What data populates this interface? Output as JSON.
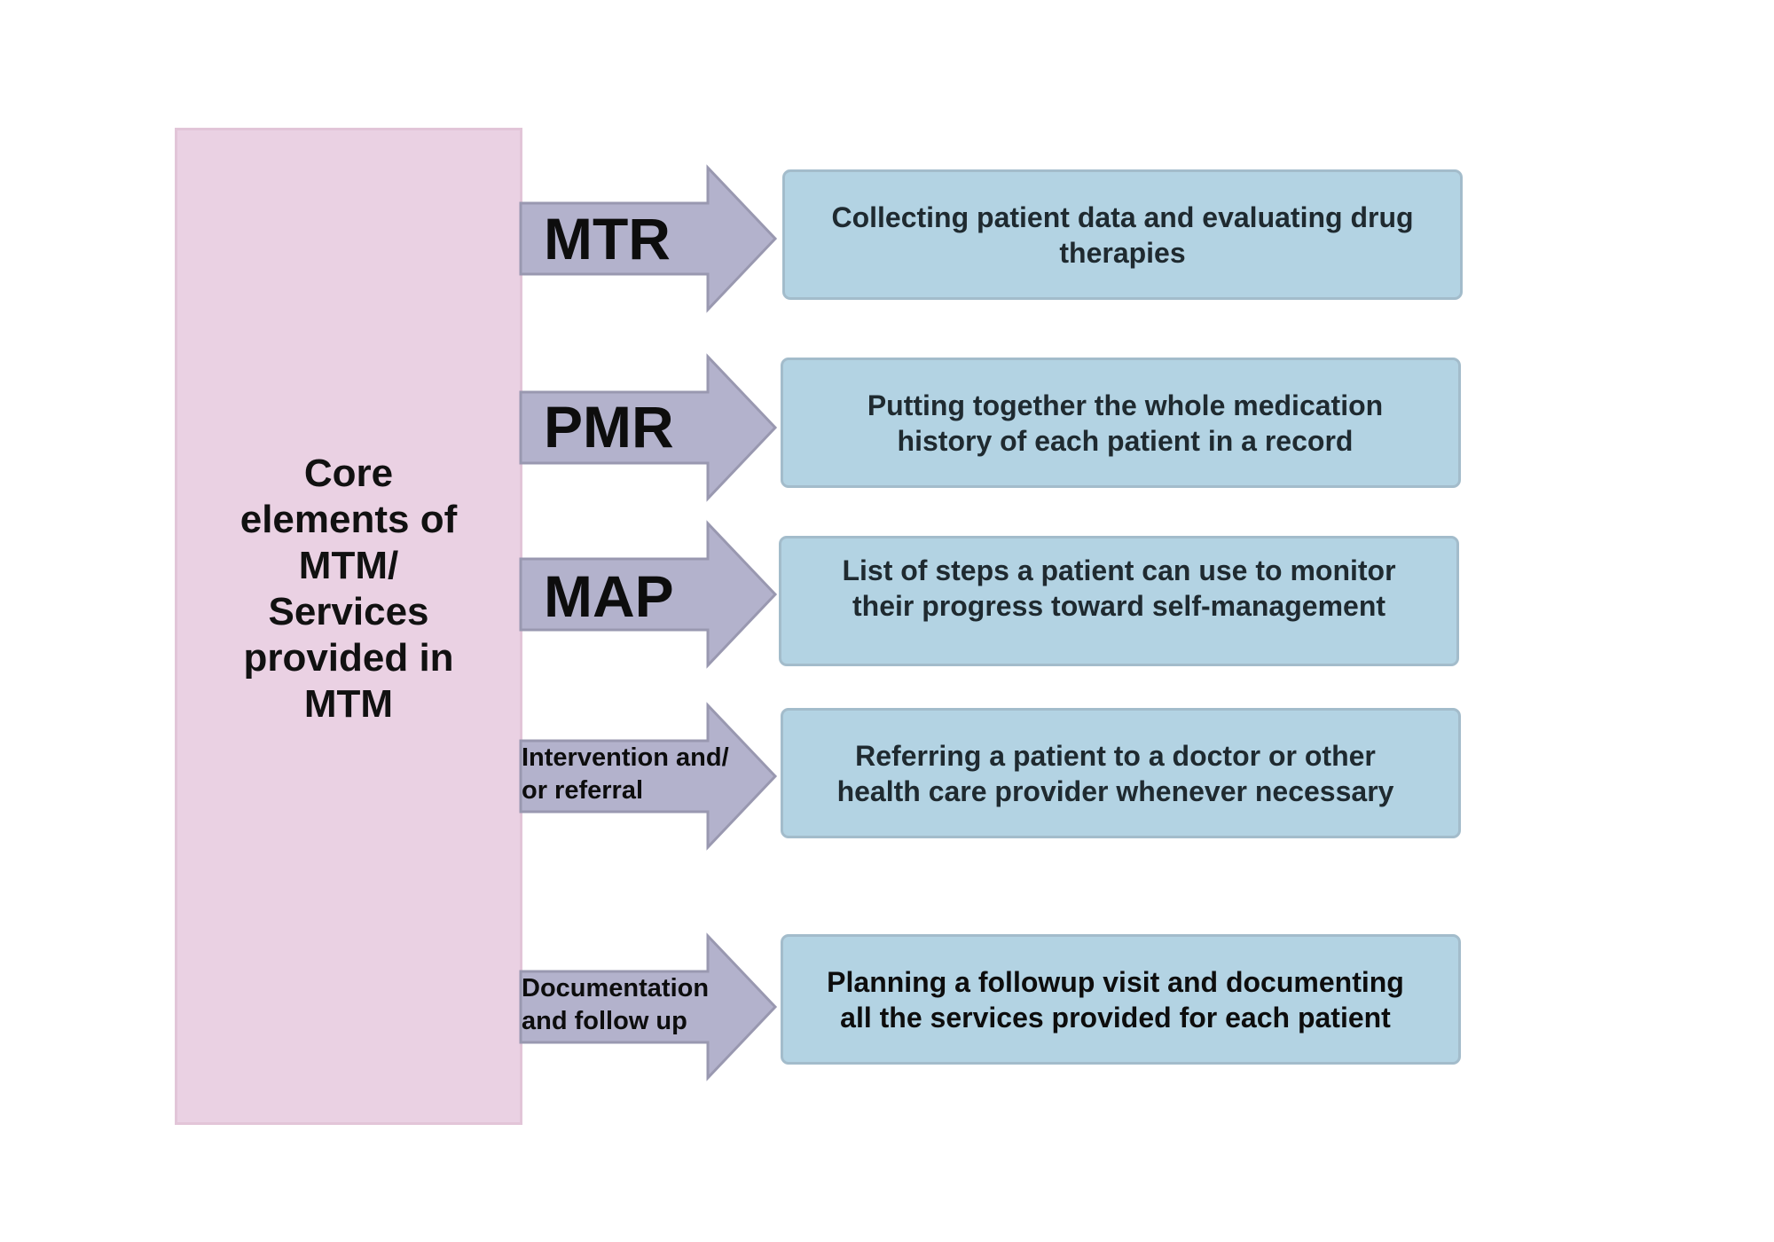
{
  "diagram": {
    "core": {
      "label": "Core elements of MTM/ Services provided in MTM",
      "color": "#ead1e3"
    },
    "arrow_color": "#b3b2cc",
    "box_color": "#b3d3e3",
    "elements": [
      {
        "arrow_label": "MTR",
        "description": "Collecting patient data and evaluating drug therapies"
      },
      {
        "arrow_label": "PMR",
        "description": "Putting together the whole medication history of each patient in a record"
      },
      {
        "arrow_label": "MAP",
        "description": "List of steps a patient can use to monitor their progress toward self-management"
      },
      {
        "arrow_label": "Intervention and/ or referral",
        "description": "Referring a patient to a doctor or other health care provider whenever necessary"
      },
      {
        "arrow_label": "Documentation and follow up",
        "description": "Planning a followup visit and documenting all the services provided for each patient"
      }
    ]
  }
}
